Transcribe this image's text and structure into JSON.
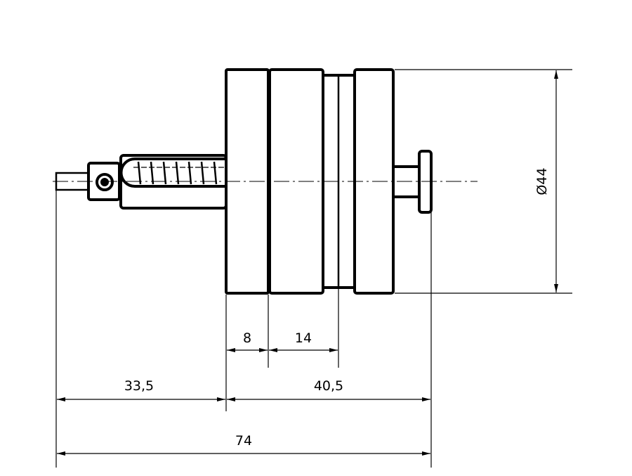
{
  "drawing": {
    "dimensions": {
      "diameter": "Ø44",
      "d8": "8",
      "d14": "14",
      "d33_5": "33,5",
      "d40_5": "40,5",
      "d74": "74"
    }
  }
}
